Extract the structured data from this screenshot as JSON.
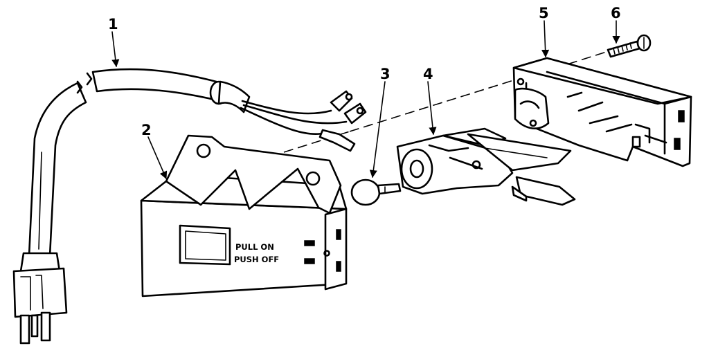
{
  "callouts": {
    "n1": "1",
    "n2": "2",
    "n3": "3",
    "n4": "4",
    "n5": "5",
    "n6": "6"
  },
  "housing_text": {
    "line1": "PULL ON",
    "line2": "PUSH OFF"
  }
}
